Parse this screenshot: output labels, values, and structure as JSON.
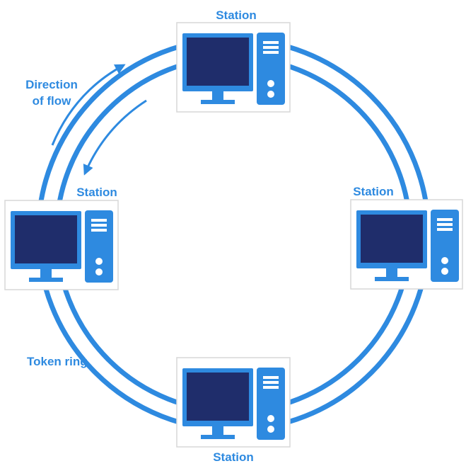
{
  "colors": {
    "ring": "#2e8ae0",
    "accent": "#2e8ae0",
    "screen": "#1f2d6b",
    "station_bg": "#ffffff",
    "station_border": "#d7d7d7",
    "background": "#ffffff"
  },
  "stations": [
    {
      "id": "top",
      "label": "Station"
    },
    {
      "id": "left",
      "label": "Station"
    },
    {
      "id": "right",
      "label": "Station"
    },
    {
      "id": "bottom",
      "label": "Station"
    }
  ],
  "labels": {
    "direction_line1": "Direction",
    "direction_line2": "of flow",
    "ring_label": "Token ring"
  },
  "icons": {
    "station": "desktop-computer-icon",
    "flow_arrow": "curved-arrow-icon"
  }
}
